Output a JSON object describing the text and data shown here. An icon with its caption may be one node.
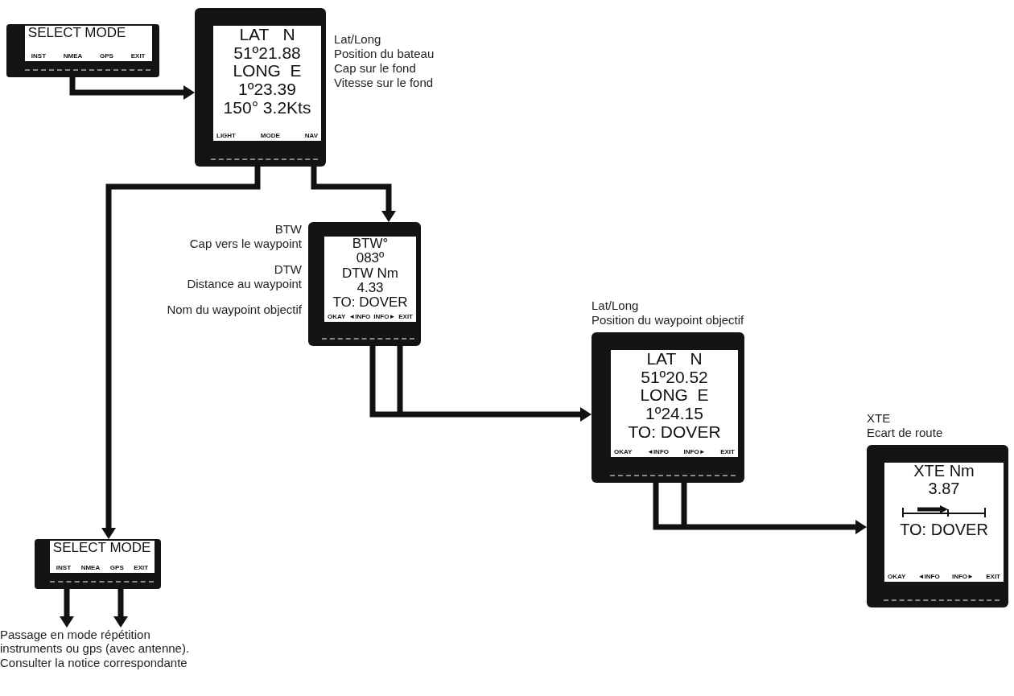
{
  "diagram": {
    "nodes": [
      {
        "text": [
          "SELECT MODE",
          "INST",
          "NMEA",
          "GPS",
          "EXIT"
        ]
      },
      {
        "text": [
          "LAT   N",
          "51º21.88",
          "LONG  E",
          "1º23.39",
          "150° 3.2Kts",
          "LIGHT",
          "MODE",
          "NAV"
        ],
        "beside": [
          "Lat/Long",
          "Position du bateau",
          "Cap sur le fond",
          "Vitesse sur le fond"
        ]
      },
      {
        "text": [
          "BTW°",
          "083º",
          "DTW Nm",
          "4.33",
          "TO: DOVER",
          "OKAY",
          "◄INFO",
          "INFO►",
          "EXIT"
        ],
        "beside": [
          "BTW",
          "Cap vers le waypoint",
          "DTW",
          "Distance au waypoint",
          "Nom du waypoint objectif"
        ]
      },
      {
        "text": [
          "LAT   N",
          "51º20.52",
          "LONG  E",
          "1º24.15",
          "TO: DOVER",
          "OKAY",
          "◄INFO",
          "INFO►",
          "EXIT"
        ],
        "beside": [
          "Lat/Long",
          "Position du waypoint objectif"
        ]
      },
      {
        "text": [
          "XTE Nm",
          "3.87",
          "TO: DOVER",
          "OKAY",
          "◄INFO",
          "INFO►",
          "EXIT"
        ],
        "beside": [
          "XTE",
          "Ecart de route"
        ]
      },
      {
        "text": [
          "SELECT MODE",
          "INST",
          "NMEA",
          "GPS",
          "EXIT"
        ]
      },
      {
        "text": [
          "Passage en mode répétition instruments ou gps (avec antenne). Consulter la notice correspondante"
        ]
      }
    ],
    "edges": [
      {
        "from": 0,
        "to": 1,
        "arrow": "to"
      },
      {
        "from": 1,
        "to": 2,
        "arrow": "to"
      },
      {
        "from": 1,
        "to": 5,
        "arrow": "to"
      },
      {
        "from": 2,
        "to": 3,
        "arrow": "to"
      },
      {
        "from": 3,
        "to": 4,
        "arrow": "to"
      },
      {
        "from": 5,
        "to": 6,
        "arrow": "to"
      },
      {
        "from": 5,
        "to": 6,
        "arrow": "to"
      }
    ]
  }
}
